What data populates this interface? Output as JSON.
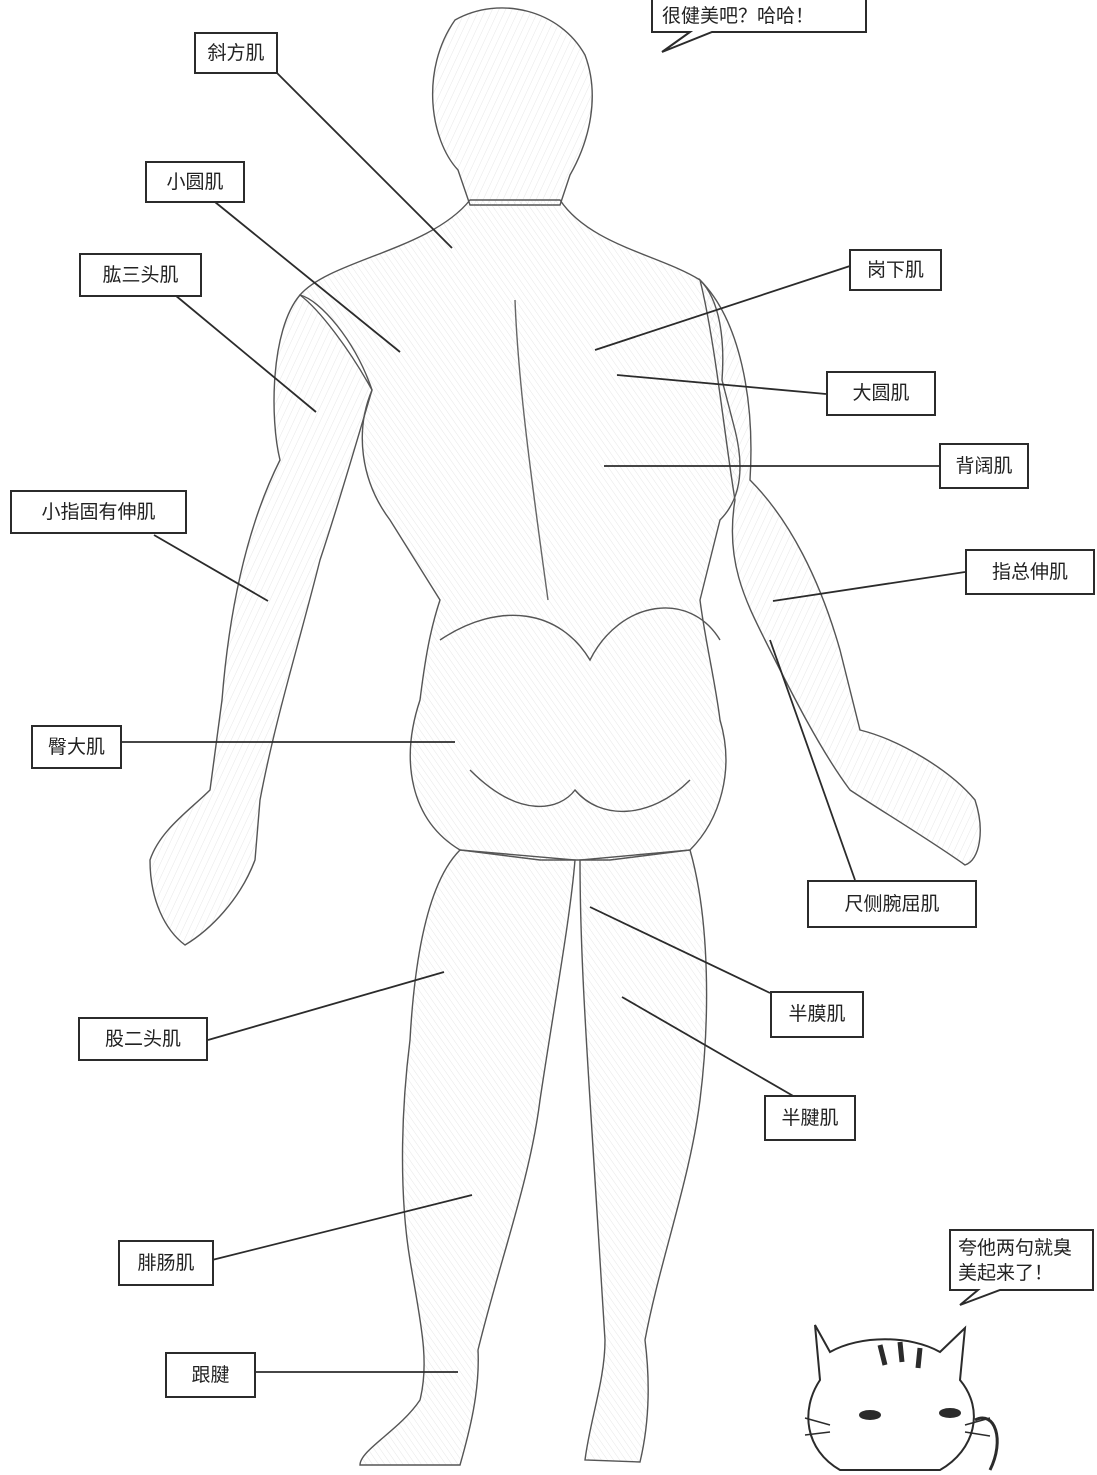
{
  "figure": {
    "labels": {
      "trapezius": "斜方肌",
      "teres_minor": "小圆肌",
      "triceps": "肱三头肌",
      "extensor_digiti_minimi": "小指固有伸肌",
      "gluteus_maximus": "臀大肌",
      "biceps_femoris": "股二头肌",
      "gastrocnemius": "腓肠肌",
      "achilles_tendon": "跟腱",
      "infraspinatus": "岗下肌",
      "teres_major": "大圆肌",
      "latissimus_dorsi": "背阔肌",
      "extensor_digitorum": "指总伸肌",
      "flexor_carpi_ulnaris": "尺侧腕屈肌",
      "semimembranosus": "半膜肌",
      "semitendinosus": "半腱肌"
    },
    "speech_top": "很健美吧？哈哈！",
    "speech_cat_line1": "夸他两句就臭",
    "speech_cat_line2": "美起来了！"
  },
  "colors": {
    "ink": "#2b2b2b",
    "sketch": "#7a7a7a",
    "paper": "#ffffff"
  }
}
